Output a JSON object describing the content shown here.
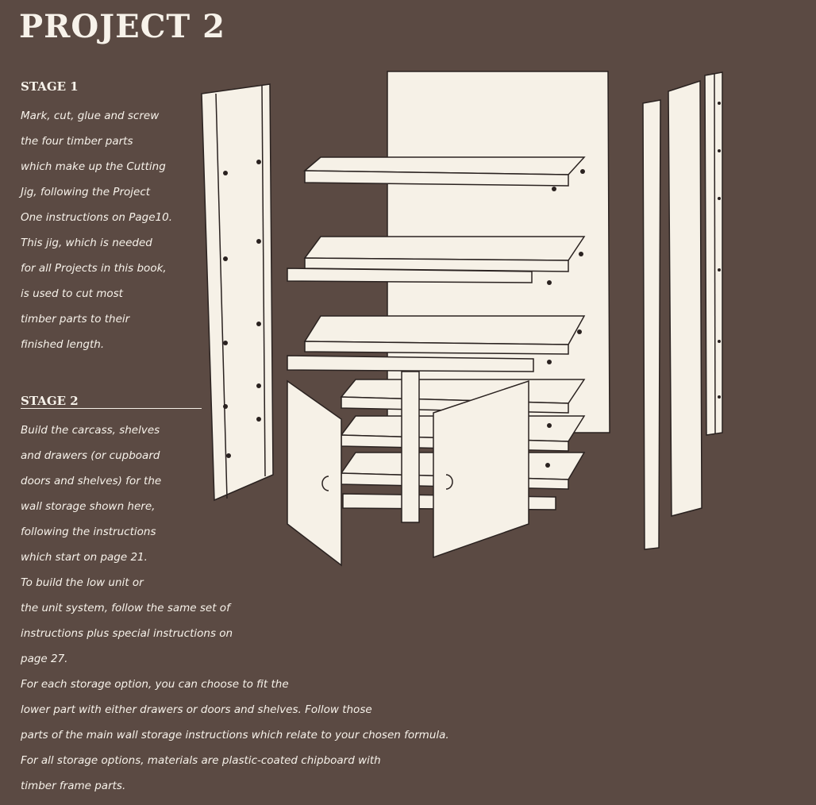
{
  "title": "PROJECT 2",
  "stage1": {
    "heading": "STAGE 1",
    "lines": [
      "Mark, cut, glue and screw",
      "the four timber parts",
      "which make up the Cutting",
      "Jig, following the Project",
      "One instructions on Page10.",
      "This jig, which is needed",
      "for all Projects in this book,",
      "is used to cut most",
      "timber parts to their",
      "finished length."
    ]
  },
  "stage2": {
    "heading": "STAGE 2",
    "lines": [
      "Build the carcass, shelves",
      "and drawers (or cupboard",
      "doors and shelves) for the",
      "wall storage shown here,",
      "following the instructions",
      "which start on page 21.",
      "To build the low unit or",
      "the unit system, follow the same set of",
      "instructions plus special instructions on",
      "page 27.",
      "For each storage option, you can choose to fit the",
      "lower part with either drawers or doors and shelves. Follow those",
      "parts of the main wall storage instructions which relate to your chosen formula.",
      "For all storage options, materials are plastic-coated chipboard with",
      "timber frame parts."
    ]
  },
  "colors": {
    "background": "#5b4a43",
    "panel": "#f6f1e7",
    "ink": "#2a2220"
  },
  "icons": [
    "exploded-cabinet-illustration"
  ]
}
